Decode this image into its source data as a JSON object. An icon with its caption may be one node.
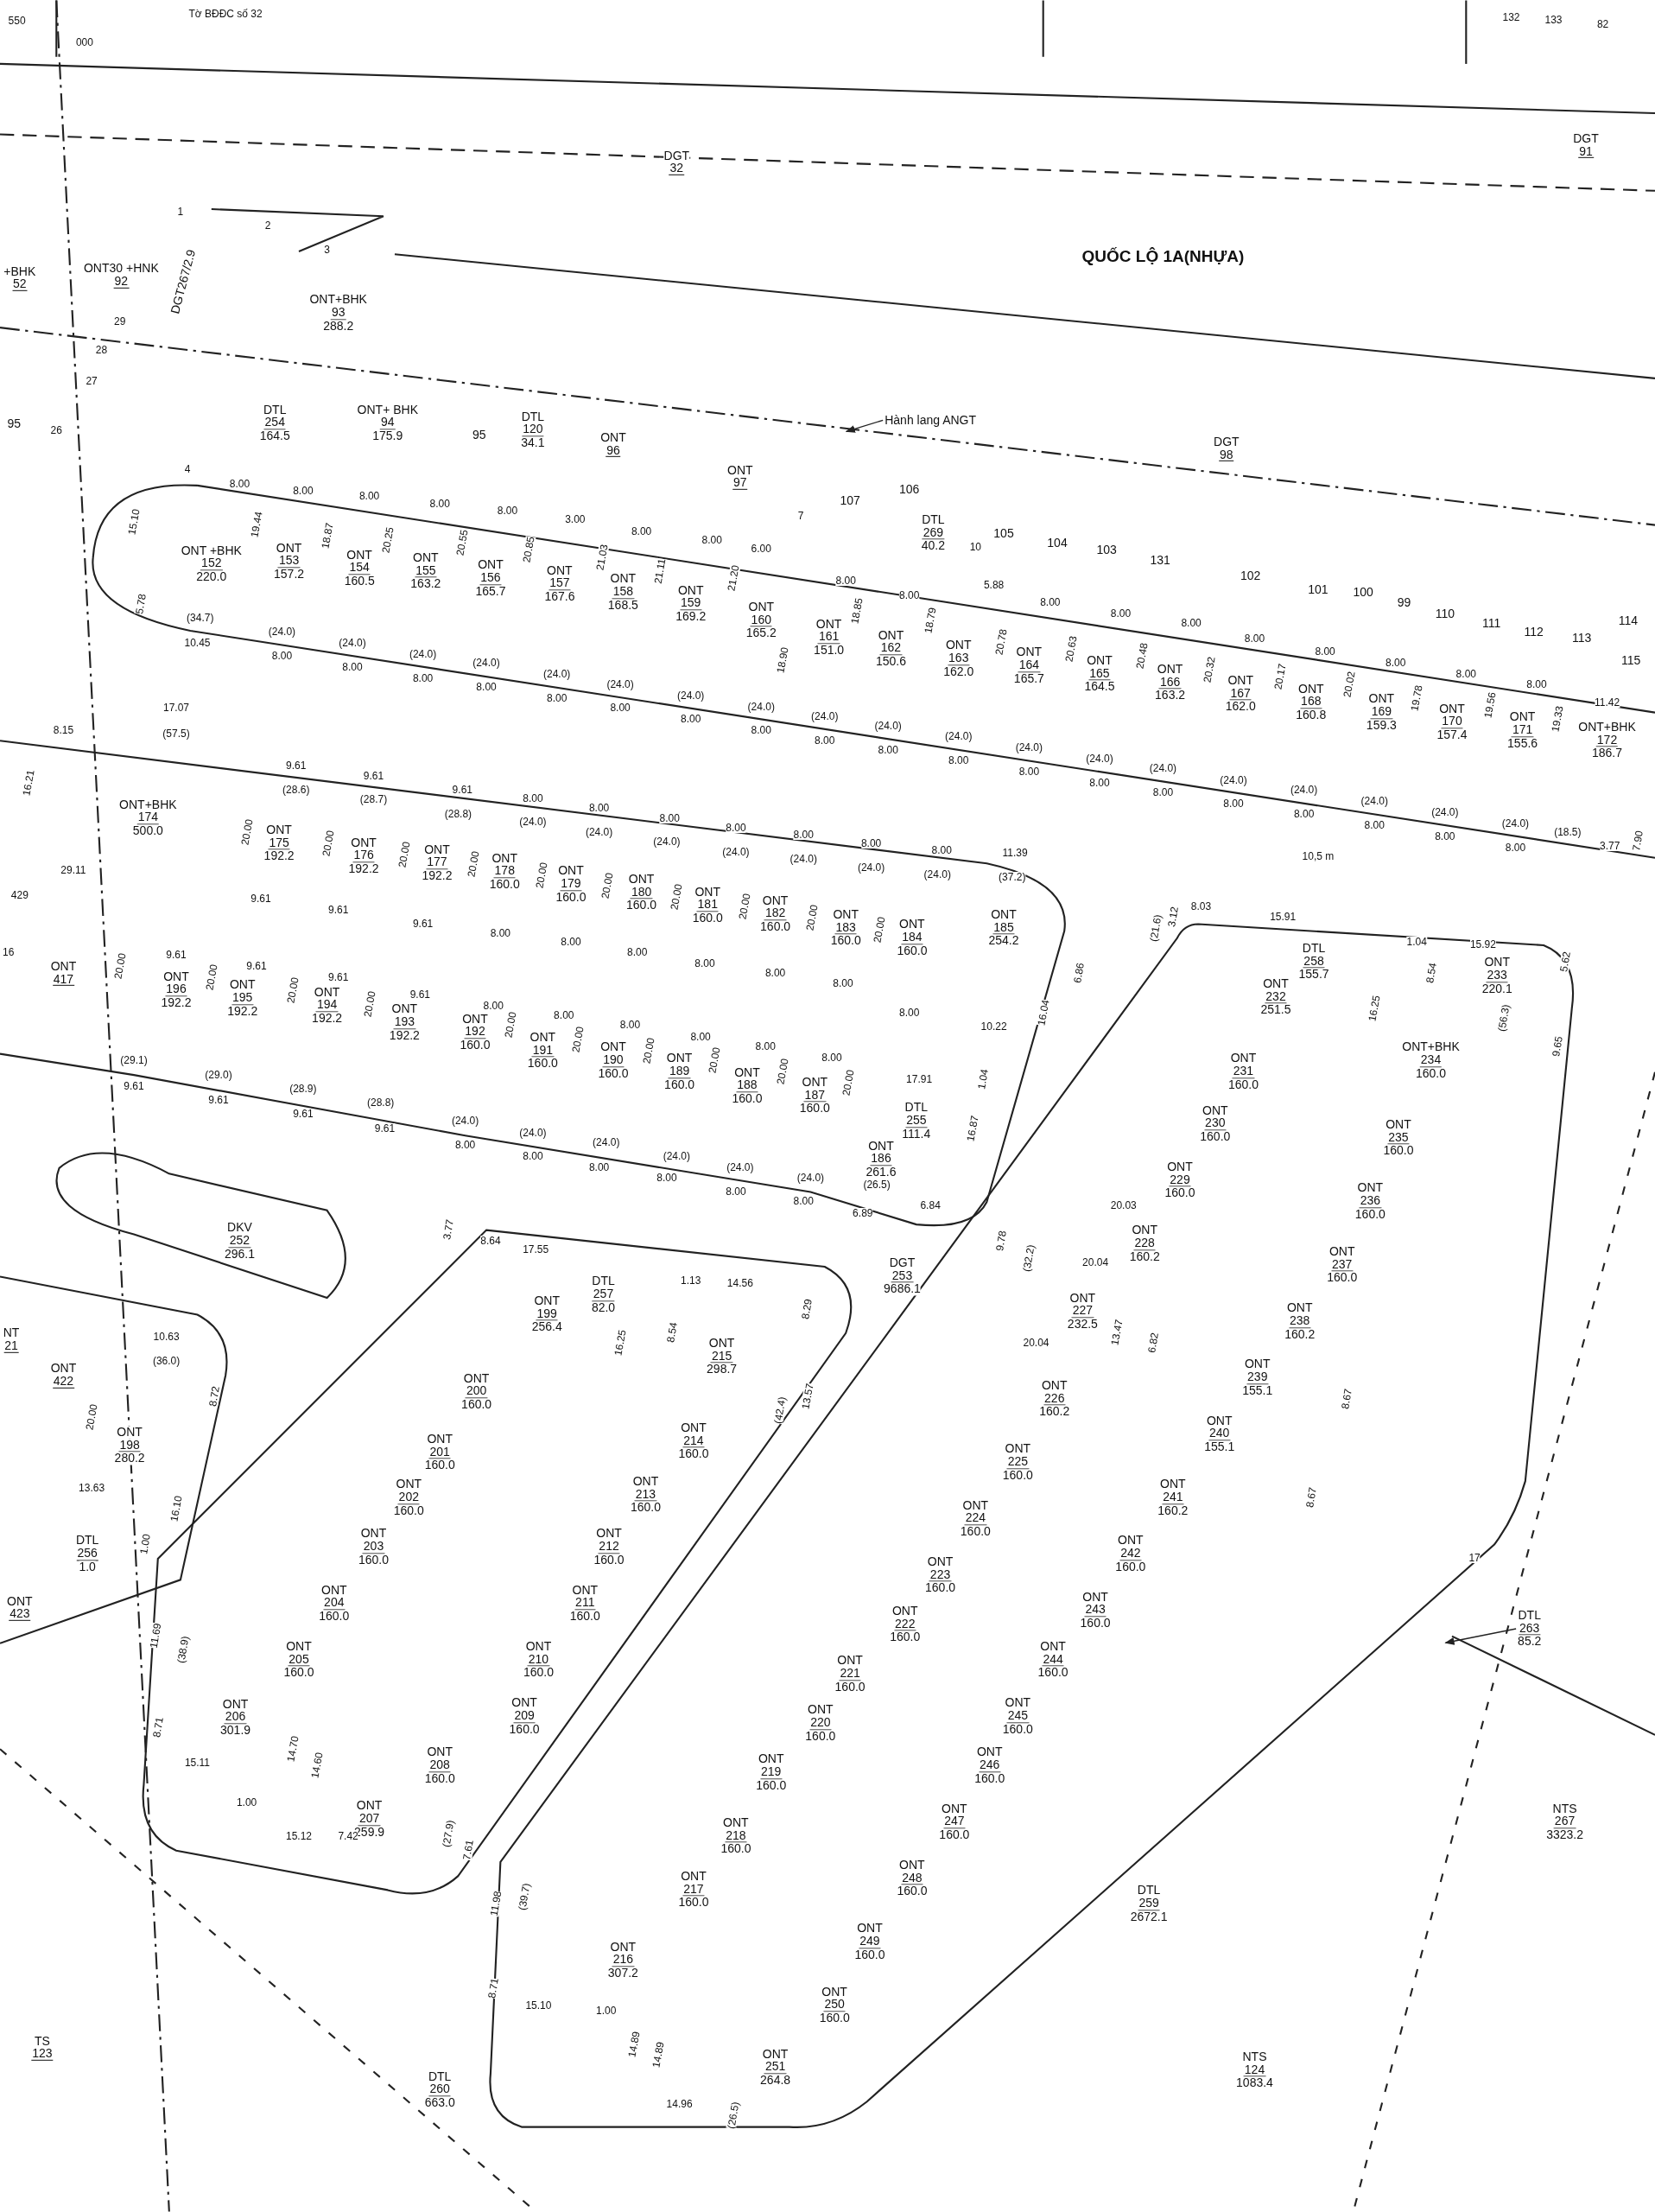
{
  "diagram": {
    "nodes": [
      {
        "text": [
          "DGT",
          "32"
        ]
      },
      {
        "text": [
          "DGT",
          "91"
        ]
      },
      {
        "text": [
          "QUỐC LỘ 1A(NHỰA)"
        ]
      },
      {
        "text": [
          "+BHK",
          "52"
        ]
      },
      {
        "text": [
          "ONT30 +HNK",
          "92"
        ]
      },
      {
        "text": [
          "DGT267/2.9"
        ]
      },
      {
        "text": [
          "ONT+BHK",
          "93",
          "288.2"
        ]
      },
      {
        "text": [
          "95"
        ]
      },
      {
        "text": [
          "DTL",
          "254",
          "164.5"
        ]
      },
      {
        "text": [
          "ONT+ BHK",
          "94",
          "175.9"
        ]
      },
      {
        "text": [
          "95"
        ]
      },
      {
        "text": [
          "DTL",
          "120",
          "34.1"
        ]
      },
      {
        "text": [
          "ONT",
          "96"
        ]
      },
      {
        "text": [
          "Hành lang ANGT"
        ]
      },
      {
        "text": [
          "DGT",
          "98"
        ]
      },
      {
        "text": [
          "ONT",
          "97"
        ]
      },
      {
        "text": [
          "107"
        ]
      },
      {
        "text": [
          "106"
        ]
      },
      {
        "text": [
          "DTL",
          "269",
          "40.2"
        ]
      },
      {
        "text": [
          "105"
        ]
      },
      {
        "text": [
          "104"
        ]
      },
      {
        "text": [
          "103"
        ]
      },
      {
        "text": [
          "131"
        ]
      },
      {
        "text": [
          "102"
        ]
      },
      {
        "text": [
          "101"
        ]
      },
      {
        "text": [
          "100"
        ]
      },
      {
        "text": [
          "99"
        ]
      },
      {
        "text": [
          "110"
        ]
      },
      {
        "text": [
          "111"
        ]
      },
      {
        "text": [
          "112"
        ]
      },
      {
        "text": [
          "113"
        ]
      },
      {
        "text": [
          "114"
        ]
      },
      {
        "text": [
          "115"
        ]
      },
      {
        "text": [
          "ONT +BHK",
          "152",
          "220.0"
        ]
      },
      {
        "text": [
          "ONT",
          "153",
          "157.2"
        ]
      },
      {
        "text": [
          "ONT",
          "154",
          "160.5"
        ]
      },
      {
        "text": [
          "ONT",
          "155",
          "163.2"
        ]
      },
      {
        "text": [
          "ONT",
          "156",
          "165.7"
        ]
      },
      {
        "text": [
          "ONT",
          "157",
          "167.6"
        ]
      },
      {
        "text": [
          "ONT",
          "158",
          "168.5"
        ]
      },
      {
        "text": [
          "ONT",
          "159",
          "169.2"
        ]
      },
      {
        "text": [
          "ONT",
          "160",
          "165.2"
        ]
      },
      {
        "text": [
          "ONT",
          "161",
          "151.0"
        ]
      },
      {
        "text": [
          "ONT",
          "162",
          "150.6"
        ]
      },
      {
        "text": [
          "ONT",
          "163",
          "162.0"
        ]
      },
      {
        "text": [
          "ONT",
          "164",
          "165.7"
        ]
      },
      {
        "text": [
          "ONT",
          "165",
          "164.5"
        ]
      },
      {
        "text": [
          "ONT",
          "166",
          "163.2"
        ]
      },
      {
        "text": [
          "ONT",
          "167",
          "162.0"
        ]
      },
      {
        "text": [
          "ONT",
          "168",
          "160.8"
        ]
      },
      {
        "text": [
          "ONT",
          "169",
          "159.3"
        ]
      },
      {
        "text": [
          "ONT",
          "170",
          "157.4"
        ]
      },
      {
        "text": [
          "ONT",
          "171",
          "155.6"
        ]
      },
      {
        "text": [
          "ONT+BHK",
          "172",
          "186.7"
        ]
      },
      {
        "text": [
          "ONT+BHK",
          "174",
          "500.0"
        ]
      },
      {
        "text": [
          "ONT",
          "175",
          "192.2"
        ]
      },
      {
        "text": [
          "ONT",
          "176",
          "192.2"
        ]
      },
      {
        "text": [
          "ONT",
          "177",
          "192.2"
        ]
      },
      {
        "text": [
          "ONT",
          "178",
          "160.0"
        ]
      },
      {
        "text": [
          "ONT",
          "179",
          "160.0"
        ]
      },
      {
        "text": [
          "ONT",
          "180",
          "160.0"
        ]
      },
      {
        "text": [
          "ONT",
          "181",
          "160.0"
        ]
      },
      {
        "text": [
          "ONT",
          "182",
          "160.0"
        ]
      },
      {
        "text": [
          "ONT",
          "183",
          "160.0"
        ]
      },
      {
        "text": [
          "ONT",
          "184",
          "160.0"
        ]
      },
      {
        "text": [
          "ONT",
          "185",
          "254.2"
        ]
      },
      {
        "text": [
          "ONT",
          "417"
        ]
      },
      {
        "text": [
          "ONT",
          "196",
          "192.2"
        ]
      },
      {
        "text": [
          "ONT",
          "195",
          "192.2"
        ]
      },
      {
        "text": [
          "ONT",
          "194",
          "192.2"
        ]
      },
      {
        "text": [
          "ONT",
          "193",
          "192.2"
        ]
      },
      {
        "text": [
          "ONT",
          "192",
          "160.0"
        ]
      },
      {
        "text": [
          "ONT",
          "191",
          "160.0"
        ]
      },
      {
        "text": [
          "ONT",
          "190",
          "160.0"
        ]
      },
      {
        "text": [
          "ONT",
          "189",
          "160.0"
        ]
      },
      {
        "text": [
          "ONT",
          "188",
          "160.0"
        ]
      },
      {
        "text": [
          "ONT",
          "187",
          "160.0"
        ]
      },
      {
        "text": [
          "DTL",
          "255",
          "111.4"
        ]
      },
      {
        "text": [
          "ONT",
          "186",
          "261.6"
        ]
      },
      {
        "text": [
          "DKV",
          "252",
          "296.1"
        ]
      },
      {
        "text": [
          "DGT",
          "253",
          "9686.1"
        ]
      },
      {
        "text": [
          "NT",
          "21"
        ]
      },
      {
        "text": [
          "ONT",
          "422"
        ]
      },
      {
        "text": [
          "ONT",
          "198",
          "280.2"
        ]
      },
      {
        "text": [
          "DTL",
          "256",
          "1.0"
        ]
      },
      {
        "text": [
          "ONT",
          "423"
        ]
      },
      {
        "text": [
          "ONT",
          "199",
          "256.4"
        ]
      },
      {
        "text": [
          "DTL",
          "257",
          "82.0"
        ]
      },
      {
        "text": [
          "ONT",
          "215",
          "298.7"
        ]
      },
      {
        "text": [
          "ONT",
          "200",
          "160.0"
        ]
      },
      {
        "text": [
          "ONT",
          "214",
          "160.0"
        ]
      },
      {
        "text": [
          "ONT",
          "201",
          "160.0"
        ]
      },
      {
        "text": [
          "ONT",
          "213",
          "160.0"
        ]
      },
      {
        "text": [
          "ONT",
          "202",
          "160.0"
        ]
      },
      {
        "text": [
          "ONT",
          "212",
          "160.0"
        ]
      },
      {
        "text": [
          "ONT",
          "203",
          "160.0"
        ]
      },
      {
        "text": [
          "ONT",
          "211",
          "160.0"
        ]
      },
      {
        "text": [
          "ONT",
          "204",
          "160.0"
        ]
      },
      {
        "text": [
          "ONT",
          "210",
          "160.0"
        ]
      },
      {
        "text": [
          "ONT",
          "205",
          "160.0"
        ]
      },
      {
        "text": [
          "ONT",
          "209",
          "160.0"
        ]
      },
      {
        "text": [
          "ONT",
          "206",
          "301.9"
        ]
      },
      {
        "text": [
          "ONT",
          "208",
          "160.0"
        ]
      },
      {
        "text": [
          "ONT",
          "207",
          "259.9"
        ]
      },
      {
        "text": [
          "ONT",
          "227",
          "232.5"
        ]
      },
      {
        "text": [
          "ONT",
          "226",
          "160.2"
        ]
      },
      {
        "text": [
          "ONT",
          "225",
          "160.0"
        ]
      },
      {
        "text": [
          "ONT",
          "224",
          "160.0"
        ]
      },
      {
        "text": [
          "ONT",
          "223",
          "160.0"
        ]
      },
      {
        "text": [
          "ONT",
          "222",
          "160.0"
        ]
      },
      {
        "text": [
          "ONT",
          "221",
          "160.0"
        ]
      },
      {
        "text": [
          "ONT",
          "220",
          "160.0"
        ]
      },
      {
        "text": [
          "ONT",
          "219",
          "160.0"
        ]
      },
      {
        "text": [
          "ONT",
          "218",
          "160.0"
        ]
      },
      {
        "text": [
          "ONT",
          "217",
          "160.0"
        ]
      },
      {
        "text": [
          "ONT",
          "216",
          "307.2"
        ]
      },
      {
        "text": [
          "DTL",
          "258",
          "155.7"
        ]
      },
      {
        "text": [
          "ONT",
          "232",
          "251.5"
        ]
      },
      {
        "text": [
          "ONT",
          "233",
          "220.1"
        ]
      },
      {
        "text": [
          "ONT",
          "231",
          "160.0"
        ]
      },
      {
        "text": [
          "ONT+BHK",
          "234",
          "160.0"
        ]
      },
      {
        "text": [
          "ONT",
          "230",
          "160.0"
        ]
      },
      {
        "text": [
          "ONT",
          "235",
          "160.0"
        ]
      },
      {
        "text": [
          "ONT",
          "229",
          "160.0"
        ]
      },
      {
        "text": [
          "ONT",
          "236",
          "160.0"
        ]
      },
      {
        "text": [
          "ONT",
          "228",
          "160.2"
        ]
      },
      {
        "text": [
          "ONT",
          "237",
          "160.0"
        ]
      },
      {
        "text": [
          "ONT",
          "238",
          "160.2"
        ]
      },
      {
        "text": [
          "ONT",
          "239",
          "155.1"
        ]
      },
      {
        "text": [
          "ONT",
          "240",
          "155.1"
        ]
      },
      {
        "text": [
          "ONT",
          "241",
          "160.2"
        ]
      },
      {
        "text": [
          "ONT",
          "242",
          "160.0"
        ]
      },
      {
        "text": [
          "ONT",
          "243",
          "160.0"
        ]
      },
      {
        "text": [
          "ONT",
          "244",
          "160.0"
        ]
      },
      {
        "text": [
          "ONT",
          "245",
          "160.0"
        ]
      },
      {
        "text": [
          "ONT",
          "246",
          "160.0"
        ]
      },
      {
        "text": [
          "ONT",
          "247",
          "160.0"
        ]
      },
      {
        "text": [
          "ONT",
          "248",
          "160.0"
        ]
      },
      {
        "text": [
          "ONT",
          "249",
          "160.0"
        ]
      },
      {
        "text": [
          "ONT",
          "250",
          "160.0"
        ]
      },
      {
        "text": [
          "ONT",
          "251",
          "264.8"
        ]
      },
      {
        "text": [
          "DTL",
          "263",
          "85.2"
        ]
      },
      {
        "text": [
          "NTS",
          "267",
          "3323.2"
        ]
      },
      {
        "text": [
          "DTL",
          "259",
          "2672.1"
        ]
      },
      {
        "text": [
          "NTS",
          "124",
          "1083.4"
        ]
      },
      {
        "text": [
          "TS",
          "123"
        ]
      },
      {
        "text": [
          "DTL",
          "260",
          "663.0"
        ]
      }
    ],
    "edges": [
      {
        "from": 13,
        "to": null,
        "arrow": "to"
      },
      {
        "from": 141,
        "to": null,
        "arrow": "to"
      }
    ],
    "labels": [
      "550",
      "000",
      "Tờ BĐĐC số 32",
      "132",
      "133",
      "82",
      "1",
      "2",
      "3",
      "29",
      "28",
      "27",
      "26",
      "4",
      "7",
      "10",
      "17",
      "429",
      "16",
      "10,5 m",
      "8.00",
      "8.00",
      "8.00",
      "8.00",
      "8.00",
      "3.00",
      "8.00",
      "8.00",
      "6.00",
      "8.00",
      "8.00",
      "5.88",
      "8.00",
      "8.00",
      "8.00",
      "8.00",
      "8.00",
      "8.00",
      "8.00",
      "8.00",
      "11.42",
      "15.10",
      "5.78",
      "19.44",
      "18.87",
      "20.25",
      "20.55",
      "20.85",
      "21.03",
      "21.11",
      "21.20",
      "18.90",
      "18.85",
      "18.79",
      "20.78",
      "20.63",
      "20.48",
      "20.32",
      "20.17",
      "20.02",
      "19.78",
      "19.56",
      "19.33",
      "(34.7)",
      "10.45",
      "(24.0)",
      "8.00",
      "(24.0)",
      "8.00",
      "(24.0)",
      "8.00",
      "(24.0)",
      "8.00",
      "(24.0)",
      "8.00",
      "(24.0)",
      "8.00",
      "(24.0)",
      "8.00",
      "(24.0)",
      "8.00",
      "(24.0)",
      "8.00",
      "(24.0)",
      "8.00",
      "(24.0)",
      "8.00",
      "(24.0)",
      "8.00",
      "(24.0)",
      "8.00",
      "(24.0)",
      "8.00",
      "(24.0)",
      "8.00",
      "(24.0)",
      "8.00",
      "(24.0)",
      "8.00",
      "(24.0)",
      "8.00",
      "(24.0)",
      "8.00",
      "(18.5)",
      "3.77",
      "7.90",
      "8.15",
      "16.21",
      "17.07",
      "(57.5)",
      "9.61",
      "(28.6)",
      "9.61",
      "(28.7)",
      "9.61",
      "(28.8)",
      "8.00",
      "(24.0)",
      "8.00",
      "(24.0)",
      "8.00",
      "(24.0)",
      "8.00",
      "(24.0)",
      "8.00",
      "(24.0)",
      "8.00",
      "(24.0)",
      "8.00",
      "(24.0)",
      "11.39",
      "(37.2)",
      "29.11",
      "20.00",
      "20.00",
      "20.00",
      "20.00",
      "20.00",
      "20.00",
      "20.00",
      "20.00",
      "20.00",
      "20.00",
      "20.00",
      "20.00",
      "20.00",
      "20.00",
      "20.00",
      "20.00",
      "20.00",
      "20.00",
      "20.00",
      "20.00",
      "9.61",
      "9.61",
      "9.61",
      "8.00",
      "8.00",
      "8.00",
      "8.00",
      "8.00",
      "8.00",
      "9.61",
      "9.61",
      "9.61",
      "9.61",
      "8.00",
      "8.00",
      "8.00",
      "8.00",
      "8.00",
      "8.00",
      "8.00",
      "17.91",
      "10.22",
      "16.04",
      "6.86",
      "16.87",
      "1.04",
      "(29.1)",
      "9.61",
      "(29.0)",
      "9.61",
      "(28.9)",
      "9.61",
      "(28.8)",
      "9.61",
      "(24.0)",
      "8.00",
      "(24.0)",
      "8.00",
      "(24.0)",
      "8.00",
      "(24.0)",
      "8.00",
      "(24.0)",
      "8.00",
      "(24.0)",
      "8.00",
      "(26.5)",
      "6.89",
      "6.84",
      "10.63",
      "(36.0)",
      "8.72",
      "20.00",
      "13.63",
      "16.10",
      "1.00",
      "3.77",
      "8.64",
      "17.55",
      "1.13",
      "14.56",
      "8.29",
      "8.54",
      "16.25",
      "13.57",
      "(42.4)",
      "11.69",
      "(38.9)",
      "8.71",
      "15.11",
      "1.00",
      "14.70",
      "14.60",
      "15.12",
      "7.42",
      "(27.9)",
      "7.61",
      "8.03",
      "15.91",
      "1.04",
      "15.92",
      "3.12",
      "(21.6)",
      "5.62",
      "8.54",
      "16.25",
      "(56.3)",
      "9.65",
      "20.03",
      "20.04",
      "20.04",
      "9.78",
      "(32.2)",
      "13.47",
      "6.82",
      "8.67",
      "8.67",
      "11.98",
      "(39.7)",
      "8.71",
      "15.10",
      "1.00",
      "14.89",
      "14.89",
      "14.96",
      "(26.5)"
    ]
  }
}
